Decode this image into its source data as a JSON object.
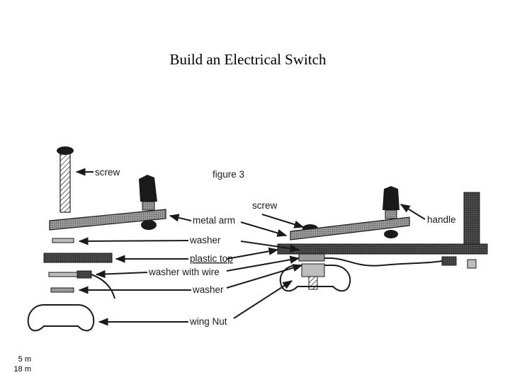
{
  "title": "Build an Electrical Switch",
  "diagram": {
    "figure_label": "figure 3",
    "labels": {
      "screw_left": "screw",
      "screw_right": "screw",
      "metal_arm": "metal arm",
      "washer_top": "washer",
      "plastic_top": "plastic top",
      "washer_with_wire": "washer with wire",
      "washer_bottom": "washer",
      "wing_nut": "wing Nut",
      "handle": "handle"
    },
    "colors": {
      "ink": "#1a1a1a",
      "dark_part": "#3a3a3a",
      "mid_part": "#8a8a8a",
      "light_part": "#bdbdbd"
    }
  },
  "footer": {
    "line1": "5 m",
    "line2": "18 m"
  }
}
